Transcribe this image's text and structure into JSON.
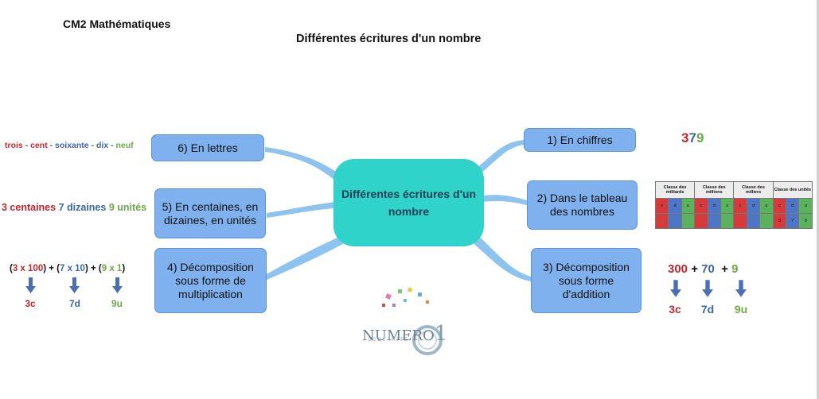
{
  "header": {
    "subject": "CM2 Mathématiques",
    "title": "Différentes écritures d'un nombre"
  },
  "center_node": {
    "label": "Différentes écritures d'un nombre"
  },
  "nodes": [
    {
      "label": "1) En chiffres"
    },
    {
      "label": "2) Dans le tableau des nombres"
    },
    {
      "label": "3) Décomposition sous forme d'addition"
    },
    {
      "label": "4) Décomposition sous forme de multiplication"
    },
    {
      "label": "5) En centaines, en dizaines, en unités"
    },
    {
      "label": "6) En lettres"
    }
  ],
  "examples": {
    "chiffres": {
      "hundreds": "3",
      "tens": "7",
      "units": "9"
    },
    "lettres": {
      "w1": "trois",
      "w2": "cent",
      "w3": "soixante",
      "w4": "dix",
      "w5": "neuf",
      "sep": "-"
    },
    "cdu": {
      "c": "3 centaines",
      "d": "7 dizaines",
      "u": "9 unités"
    },
    "multiplication": {
      "t1": "3 x 100",
      "t2": "7 x 10",
      "t3": "9 x 1",
      "l1": "3c",
      "l2": "7d",
      "l3": "9u"
    },
    "addition": {
      "t1": "300",
      "t2": "70",
      "t3": "9",
      "plus": "+",
      "l1": "3c",
      "l2": "7d",
      "l3": "9u"
    }
  },
  "table": {
    "classes": [
      "Classe des milliards",
      "Classe des millions",
      "Classe des milliers",
      "Classe des unités"
    ],
    "col_letters": [
      "c",
      "d",
      "u"
    ],
    "value_row": [
      "",
      "",
      "",
      "",
      "",
      "",
      "",
      "",
      "",
      "3",
      "7",
      "9"
    ]
  },
  "logo": {
    "name": "NUMERO",
    "digit": "1",
    "sub": "SCOLARITE"
  },
  "colors": {
    "center": "#2fd3c9",
    "node": "#7fb1ee",
    "red": "#c1272d",
    "blue": "#3b66a8",
    "green": "#6ea84a"
  }
}
